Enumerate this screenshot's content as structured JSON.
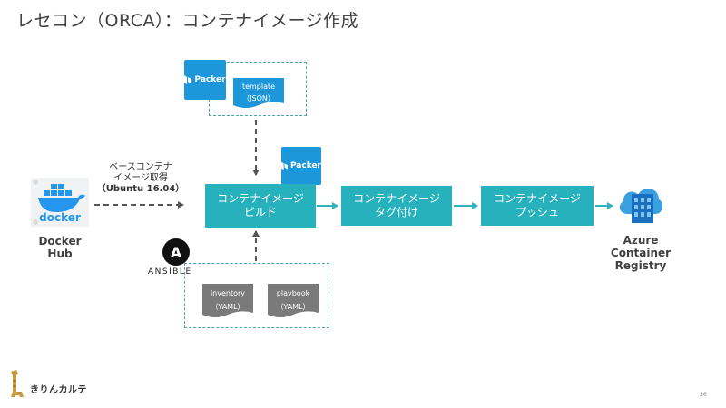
{
  "title": "レセコン（ORCA）：コンテナイメージ作成",
  "docker_hub": {
    "logo_text": "docker",
    "label_line1": "Docker",
    "label_line2": "Hub"
  },
  "fetch_label": {
    "line1": "ベースコンテナ",
    "line2": "イメージ取得",
    "line3": "（Ubuntu 16.04）"
  },
  "packer_template": {
    "packer_logo": "Packer",
    "doc_line1": "template",
    "doc_line2": "（JSON）"
  },
  "packer_build_logo": "Packer",
  "ansible": {
    "label": "ANSIBLE",
    "logo_letter": "A",
    "inventory_line1": "inventory",
    "inventory_line2": "（YAML）",
    "playbook_line1": "playbook",
    "playbook_line2": "（YAML）"
  },
  "steps": [
    {
      "line1": "コンテナイメージ",
      "line2": "ビルド"
    },
    {
      "line1": "コンテナイメージ",
      "line2": "タグ付け"
    },
    {
      "line1": "コンテナイメージ",
      "line2": "プッシュ"
    }
  ],
  "registry": {
    "line1": "Azure",
    "line2": "Container",
    "line3": "Registry"
  },
  "footer": {
    "brand": "きりんカルテ",
    "page_number": "36"
  },
  "colors": {
    "step_box": "#27b1bd",
    "packer": "#1d97d9",
    "doc": "#7a7a7a",
    "docker": "#2496ed",
    "azure": "#1a7fd0",
    "title": "#404040",
    "arrow_dashed": "#555555",
    "arrow_solid": "#2fb3bd"
  },
  "icons": [
    "docker-whale-icon",
    "packer-logo-icon",
    "ansible-logo-icon",
    "azure-container-registry-icon",
    "giraffe-logo-icon",
    "document-icon"
  ]
}
